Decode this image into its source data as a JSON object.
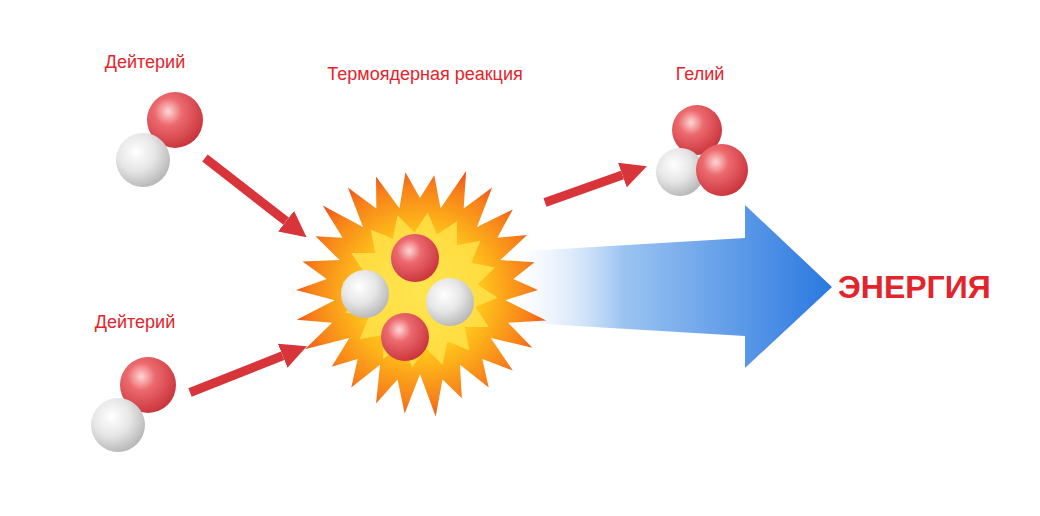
{
  "diagram": {
    "nodes": [
      {
        "text": [
          "Дейтерий"
        ]
      },
      {
        "text": [
          "Дейтерий"
        ]
      },
      {
        "text": [
          "Термоядерная реакция"
        ]
      },
      {
        "text": [
          "Гелий"
        ]
      }
    ],
    "edges": [
      {
        "from": 0,
        "to": 2,
        "arrow": "to"
      },
      {
        "from": 1,
        "to": 2,
        "arrow": "to"
      },
      {
        "from": 2,
        "to": 3,
        "arrow": "to"
      }
    ],
    "labels": [
      "ЭНЕРГИЯ"
    ]
  }
}
